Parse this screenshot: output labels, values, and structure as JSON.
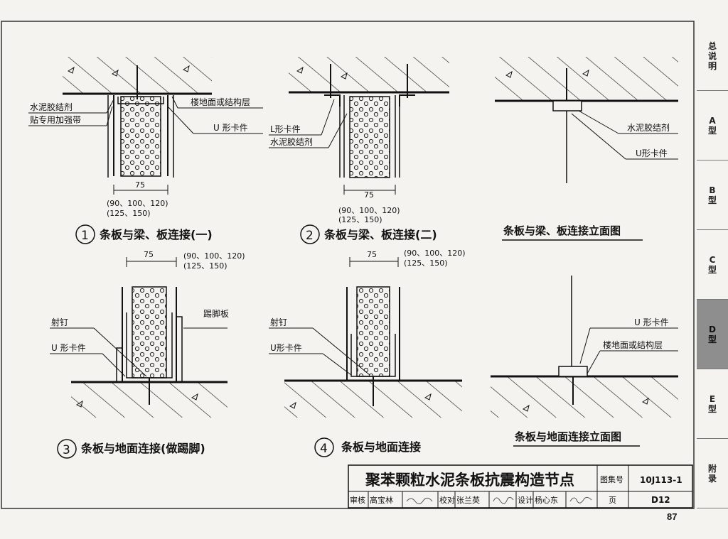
{
  "title_block": {
    "title": "聚苯颗粒水泥条板抗震构造节点",
    "atlas_label": "图集号",
    "atlas_no": "10J113-1",
    "page_label": "页",
    "page_code": "D12",
    "review_label": "审核",
    "reviewer": "高宝林",
    "proof_label": "校对",
    "proofreader": "张兰英",
    "design_label": "设计",
    "designer": "杨心东"
  },
  "page_number": "87",
  "side_tabs": [
    {
      "lines": [
        "总",
        "说",
        "明"
      ],
      "active": false
    },
    {
      "lines": [
        "A",
        "型"
      ],
      "active": false
    },
    {
      "lines": [
        "B",
        "型"
      ],
      "active": false
    },
    {
      "lines": [
        "C",
        "型"
      ],
      "active": false
    },
    {
      "lines": [
        "D",
        "型"
      ],
      "active": true
    },
    {
      "lines": [
        "E",
        "型"
      ],
      "active": false
    },
    {
      "lines": [
        "附",
        "录"
      ],
      "active": false
    }
  ],
  "detail1": {
    "number": "1",
    "caption": "条板与梁、板连接(一)",
    "label_cement": "水泥胶结剂",
    "label_tape": "贴专用加强带",
    "label_floor": "楼地面或结构层",
    "label_uclip": "U 形卡件",
    "dim": "75",
    "dim_alt1": "(90、100、120)",
    "dim_alt2": "(125、150)"
  },
  "detail2": {
    "number": "2",
    "caption": "条板与梁、板连接(二)",
    "label_lclip": "L形卡件",
    "label_cement": "水泥胶结剂",
    "dim": "75",
    "dim_alt1": "(90、100、120)",
    "dim_alt2": "(125、150)"
  },
  "elev_top": {
    "caption": "条板与梁、板连接立面图",
    "label_cement": "水泥胶结剂",
    "label_uclip": "U形卡件"
  },
  "detail3": {
    "number": "3",
    "caption": "条板与地面连接(做踢脚)",
    "label_nail": "射钉",
    "label_uclip": "U 形卡件",
    "label_skirting": "踢脚板",
    "dim": "75",
    "dim_alt1": "(90、100、120)",
    "dim_alt2": "(125、150)"
  },
  "detail4": {
    "number": "4",
    "caption": "条板与地面连接",
    "label_nail": "射钉",
    "label_uclip": "U形卡件",
    "dim": "75",
    "dim_alt1": "(90、100、120)",
    "dim_alt2": "(125、150)"
  },
  "elev_bottom": {
    "caption": "条板与地面连接立面图",
    "label_uclip": "U 形卡件",
    "label_floor": "楼地面或结构层"
  }
}
